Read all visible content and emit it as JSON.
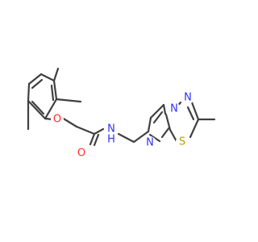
{
  "molecule": {
    "atoms": {
      "O_ether": {
        "label": "O",
        "color": "#ff2a2a"
      },
      "O_carbonyl": {
        "label": "O",
        "color": "#ff2a2a"
      },
      "N_amide": {
        "label": "N",
        "color": "#3030ff"
      },
      "H_amide": {
        "label": "H",
        "color": "#3030ff"
      },
      "N_ring_top": {
        "label": "N",
        "color": "#3030ff"
      },
      "N_ring_right": {
        "label": "N",
        "color": "#3030ff"
      },
      "N_ring_bottom": {
        "label": "N",
        "color": "#3030ff"
      },
      "S_ring": {
        "label": "S",
        "color": "#b8a000"
      }
    },
    "bond_color": "#404040",
    "background_color": "#ffffff"
  }
}
